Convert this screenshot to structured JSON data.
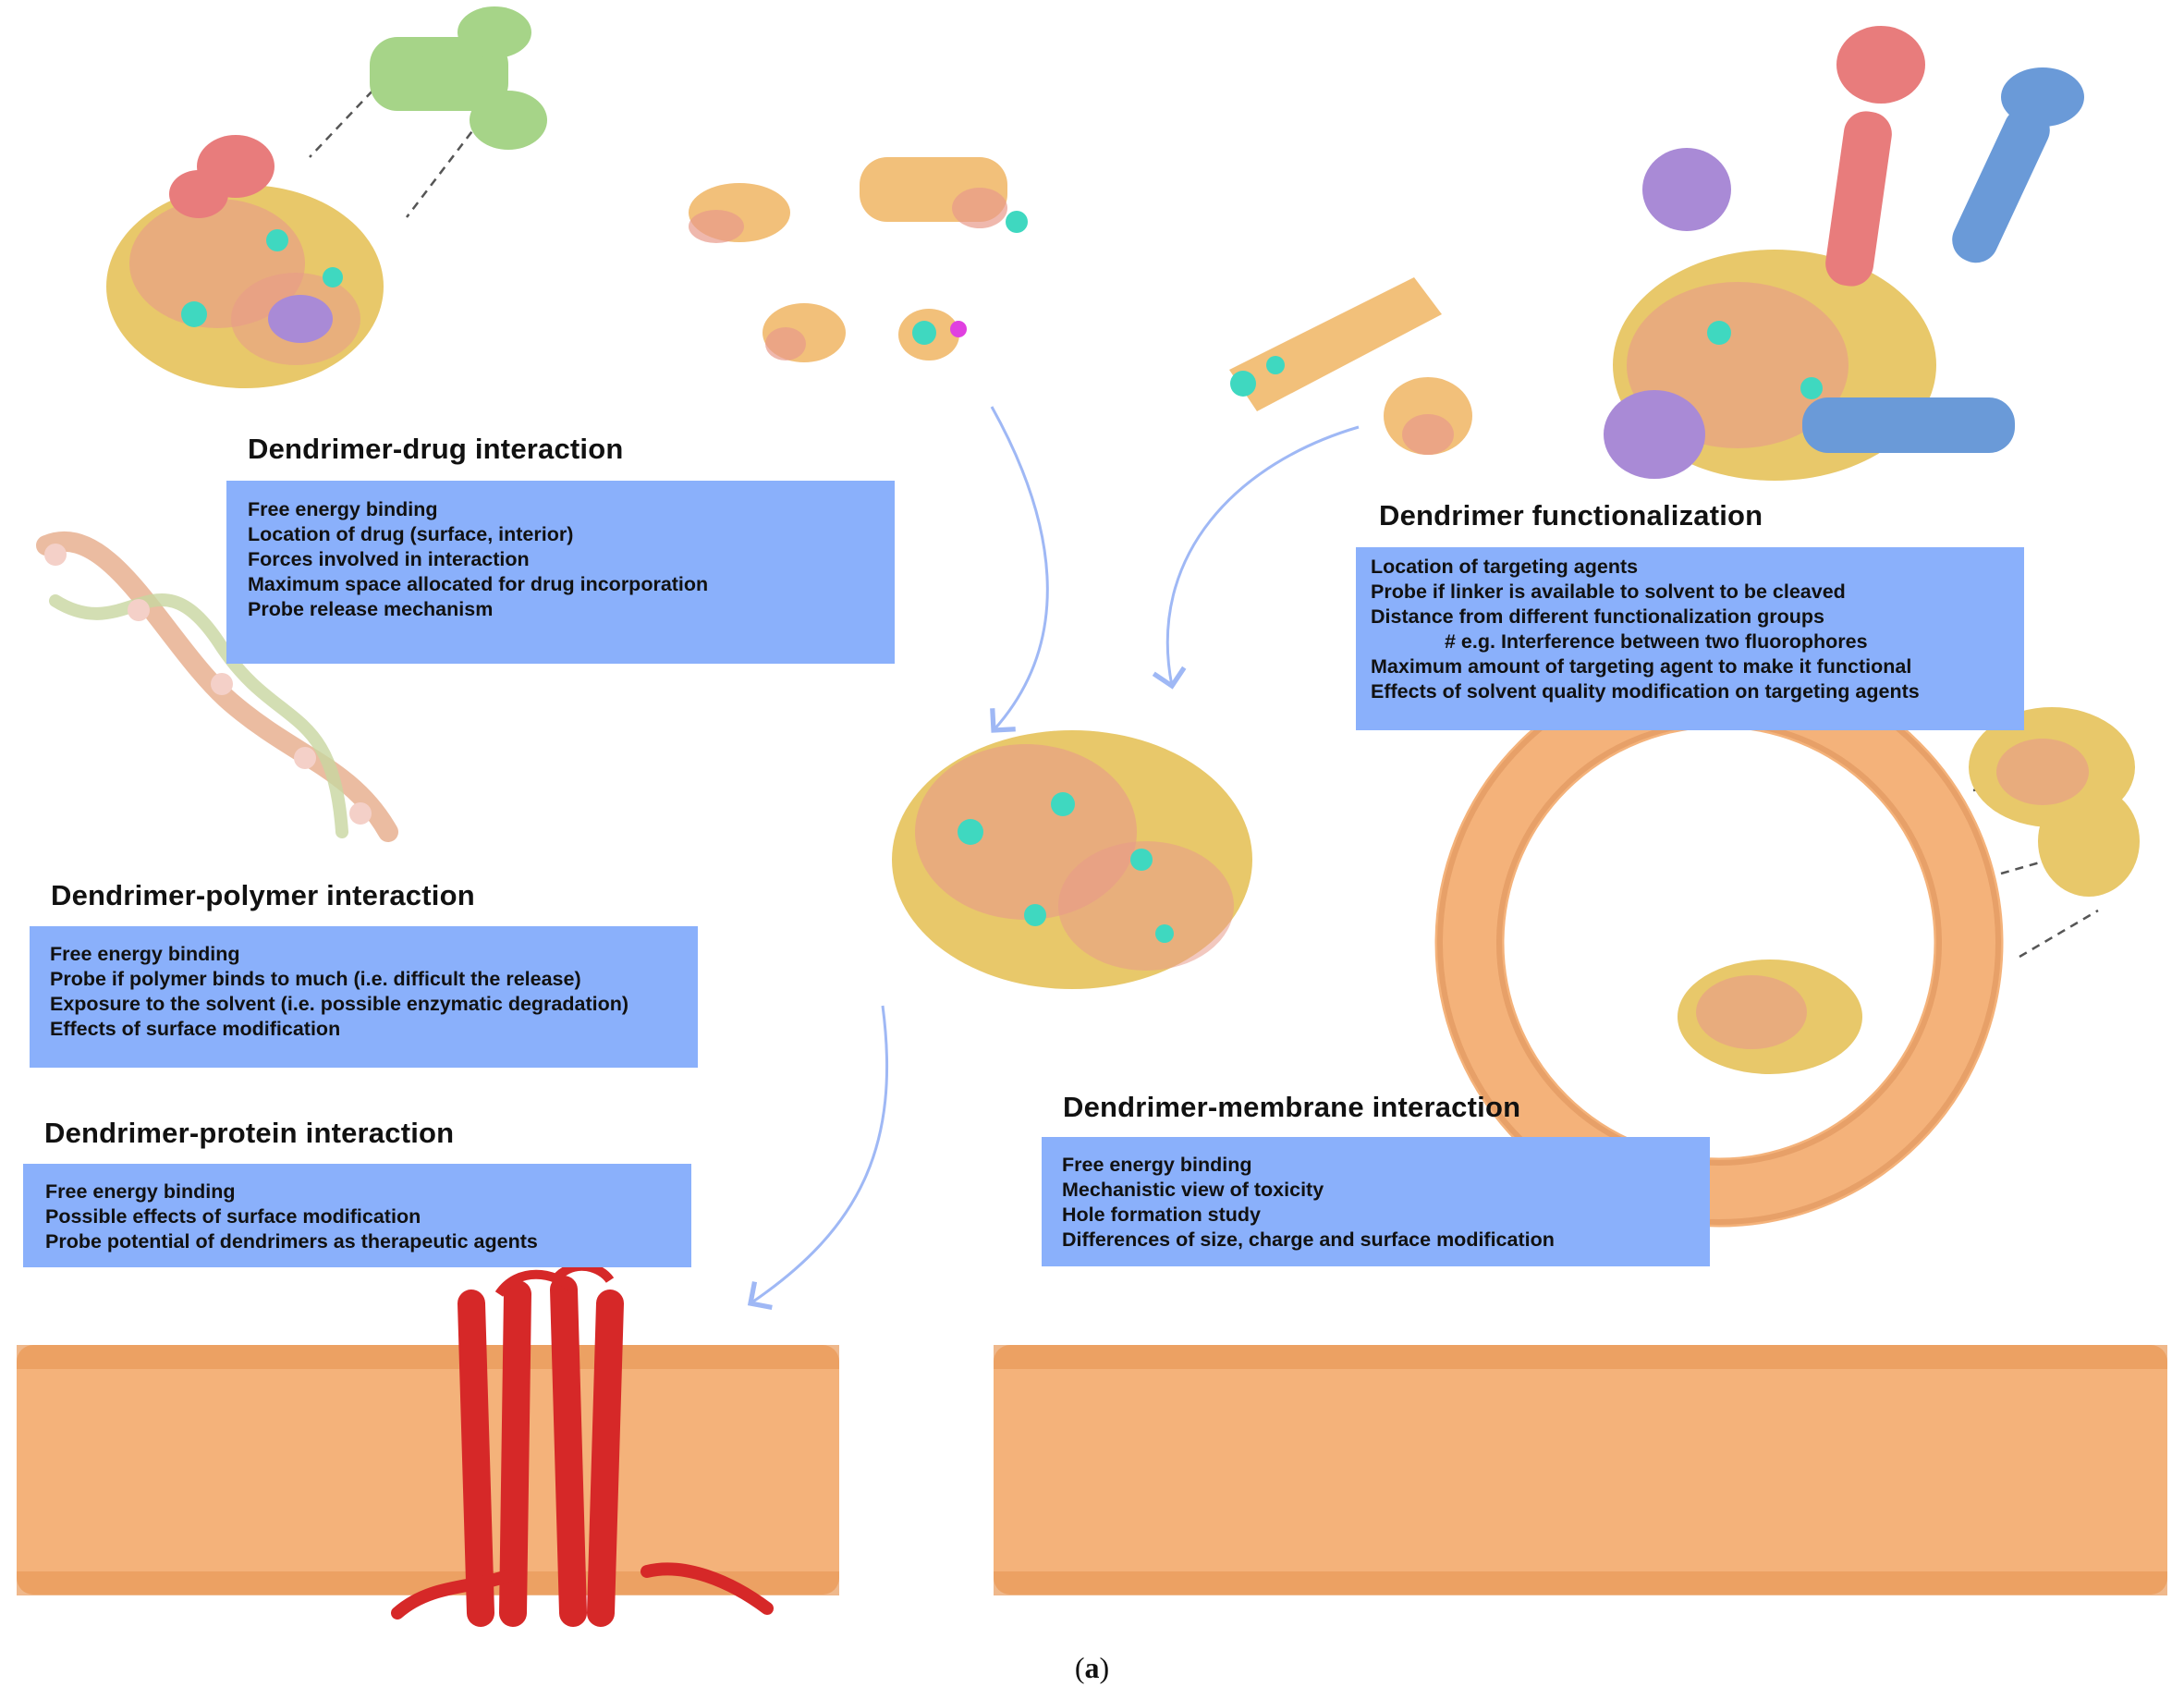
{
  "panels": {
    "drug": {
      "title": "Dendrimer-drug interaction",
      "items": [
        "Free energy binding",
        "Location of drug (surface, interior)",
        "Forces involved in interaction",
        "Maximum space allocated for drug incorporation",
        "Probe release mechanism"
      ]
    },
    "polymer": {
      "title": "Dendrimer-polymer interaction",
      "items": [
        "Free energy binding",
        "Probe if polymer binds to much (i.e. difficult the release)",
        "Exposure to the solvent (i.e. possible enzymatic degradation)",
        "Effects of surface modification"
      ]
    },
    "protein": {
      "title": "Dendrimer-protein interaction",
      "items": [
        "Free energy binding",
        "Possible effects of surface modification",
        "Probe potential of dendrimers as therapeutic agents"
      ]
    },
    "functionalization": {
      "title": "Dendrimer functionalization",
      "items": [
        "Location of targeting agents",
        "Probe if linker is available to solvent to be cleaved",
        "Distance from different functionalization groups",
        "# e.g. Interference between two fluorophores",
        "Maximum amount of targeting agent to make it functional",
        "Effects of solvent quality modification on targeting agents"
      ]
    },
    "membrane": {
      "title": "Dendrimer-membrane interaction",
      "items": [
        "Free energy binding",
        "Mechanistic view of toxicity",
        "Hole formation study",
        "Differences of size, charge and surface modification"
      ]
    }
  },
  "caption": {
    "open": "(",
    "letter": "a",
    "close": ")"
  },
  "colors": {
    "box": "#8ab0fb",
    "arrow": "#9fb8f5",
    "dendrimer_yellow": "#e8c86a",
    "dendrimer_pink": "#e89a8a",
    "dendrimer_cyan": "#3fd8c0",
    "lipid": "#f4b27a",
    "protein": "#d62828",
    "green_ligand": "#a6d488",
    "red_ligand": "#e87c7c",
    "purple_ligand": "#a98ad6",
    "blue_ligand": "#6a9ad8"
  }
}
